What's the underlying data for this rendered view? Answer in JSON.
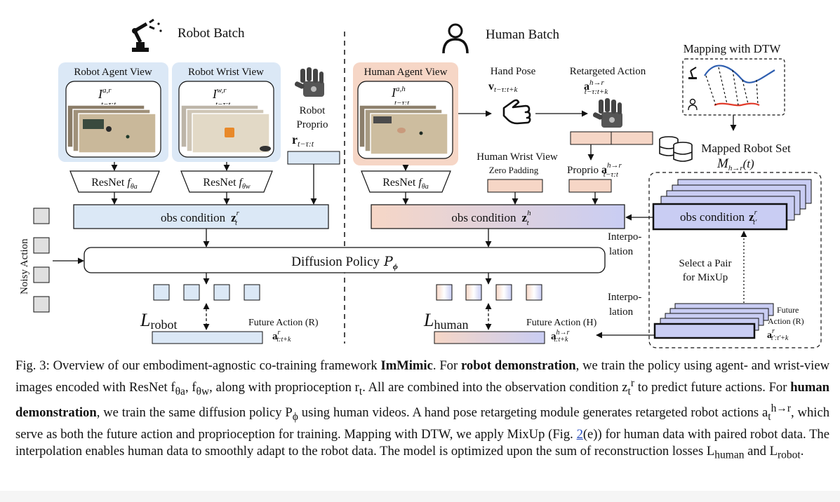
{
  "diagram": {
    "robot_batch_title": "Robot Batch",
    "human_batch_title": "Human Batch",
    "robot_agent_view": "Robot Agent View",
    "robot_agent_sym": "I",
    "robot_agent_sup": "a,r",
    "robot_agent_sub": "t−τ:t",
    "robot_wrist_view": "Robot Wrist View",
    "robot_wrist_sym": "I",
    "robot_wrist_sup": "w,r",
    "robot_wrist_sub": "t−τ:t",
    "robot_proprio_line1": "Robot",
    "robot_proprio_line2": "Proprio",
    "robot_proprio_sym": "r",
    "robot_proprio_sub": "t−τ:t",
    "resnet_a": "ResNet",
    "resnet_a_sym": "f",
    "resnet_a_sub": "θa",
    "resnet_w": "ResNet",
    "resnet_w_sym": "f",
    "resnet_w_sub": "θw",
    "obs_condition": "obs condition",
    "z_sym": "z",
    "z_robot_sub": "t",
    "z_robot_sup": "r",
    "z_human_sub": "t",
    "z_human_sup": "h",
    "z_mixed_sub": "t′",
    "z_mixed_sup": "r",
    "human_agent_view": "Human Agent View",
    "human_agent_sym": "I",
    "human_agent_sup": "a,h",
    "human_agent_sub": "t−τ:t",
    "hand_pose": "Hand Pose",
    "hand_pose_sym": "v",
    "hand_pose_sub": "t−τ:t+k",
    "retargeted_action": "Retargeted Action",
    "retargeted_sym": "a",
    "retargeted_sup": "h→r",
    "retargeted_sub": "t−τ:t+k",
    "mapping_dtw": "Mapping with DTW",
    "mapped_robot_set": "Mapped Robot Set",
    "mapped_sym": "M",
    "mapped_sub": "h→r",
    "mapped_arg": "(t)",
    "human_wrist_view": "Human Wrist View",
    "zero_padding": "Zero Padding",
    "proprio": "Proprio",
    "proprio_sym": "a",
    "proprio_sup": "h→r",
    "proprio_sub": "t−τ:t",
    "noisy_action": "Noisy Action",
    "diffusion_policy": "Diffusion Policy",
    "policy_sym": "P",
    "policy_sub": "ϕ",
    "interpolation_1a": "Interpo-",
    "interpolation_1b": "lation",
    "interpolation_2a": "Interpo-",
    "interpolation_2b": "lation",
    "select_pair_1": "Select a Pair",
    "select_pair_2": "for MixUp",
    "loss_sym": "L",
    "loss_robot_sub": "robot",
    "loss_human_sub": "human",
    "future_action_r": "Future Action (R)",
    "future_r_sym": "a",
    "future_r_sup": "r",
    "future_r_sub": "t:t+k",
    "future_action_h": "Future Action (H)",
    "future_h_sym": "a",
    "future_h_sup": "h→r",
    "future_h_sub": "t:t+k",
    "future_mixed_1": "Future",
    "future_mixed_2": "Action (R)",
    "future_mixed_sym": "a",
    "future_mixed_sup": "r",
    "future_mixed_sub": "t′:t′+k"
  },
  "caption": {
    "c01": "Fig. 3: Overview of our embodiment-agnostic co-training framework ",
    "c02": "ImMimic",
    "c03": ". For ",
    "c04": "robot demonstration",
    "c05": ", we train the policy using agent- and wrist-view images encoded with ResNet f",
    "c06": "θa",
    "c07": ", f",
    "c08": "θw",
    "c09": ", along with proprioception r",
    "c10": "t",
    "c11": ". All are combined into the observation condition z",
    "c12": "t",
    "c13": "r",
    "c14": " to predict future actions. For ",
    "c15": "human demonstration",
    "c16": ", we train the same diffusion policy P",
    "c17": "ϕ",
    "c18": " using human videos. A hand pose retargeting module generates retargeted robot actions a",
    "c19": "t",
    "c20": "h→r",
    "c21": ", which serve as both the future action and proprioception for training. Mapping with DTW, we apply MixUp (Fig. ",
    "c22": "2",
    "c23": "(e)) for human data with paired robot data. The interpolation enables human data to smoothly adapt to the robot data. The model is optimized upon the sum of reconstruction losses L",
    "c24": "human",
    "c25": " and L",
    "c26": "robot",
    "c27": "."
  },
  "colors": {
    "robot_blue": "#dbe8f6",
    "human_peach": "#f6d6c6",
    "mixed_lavender": "#c9cdf3",
    "gray_action": "#e0e0e0",
    "link_blue": "#2a4fbf",
    "dtw_blue": "#2f5fb0",
    "dtw_red": "#e23b2a"
  },
  "icons": {
    "robot_arm": "robot-arm-icon",
    "person": "person-icon",
    "robot_hand": "robot-hand-icon",
    "pointing_hand": "pointing-hand-icon",
    "database": "database-icon"
  }
}
